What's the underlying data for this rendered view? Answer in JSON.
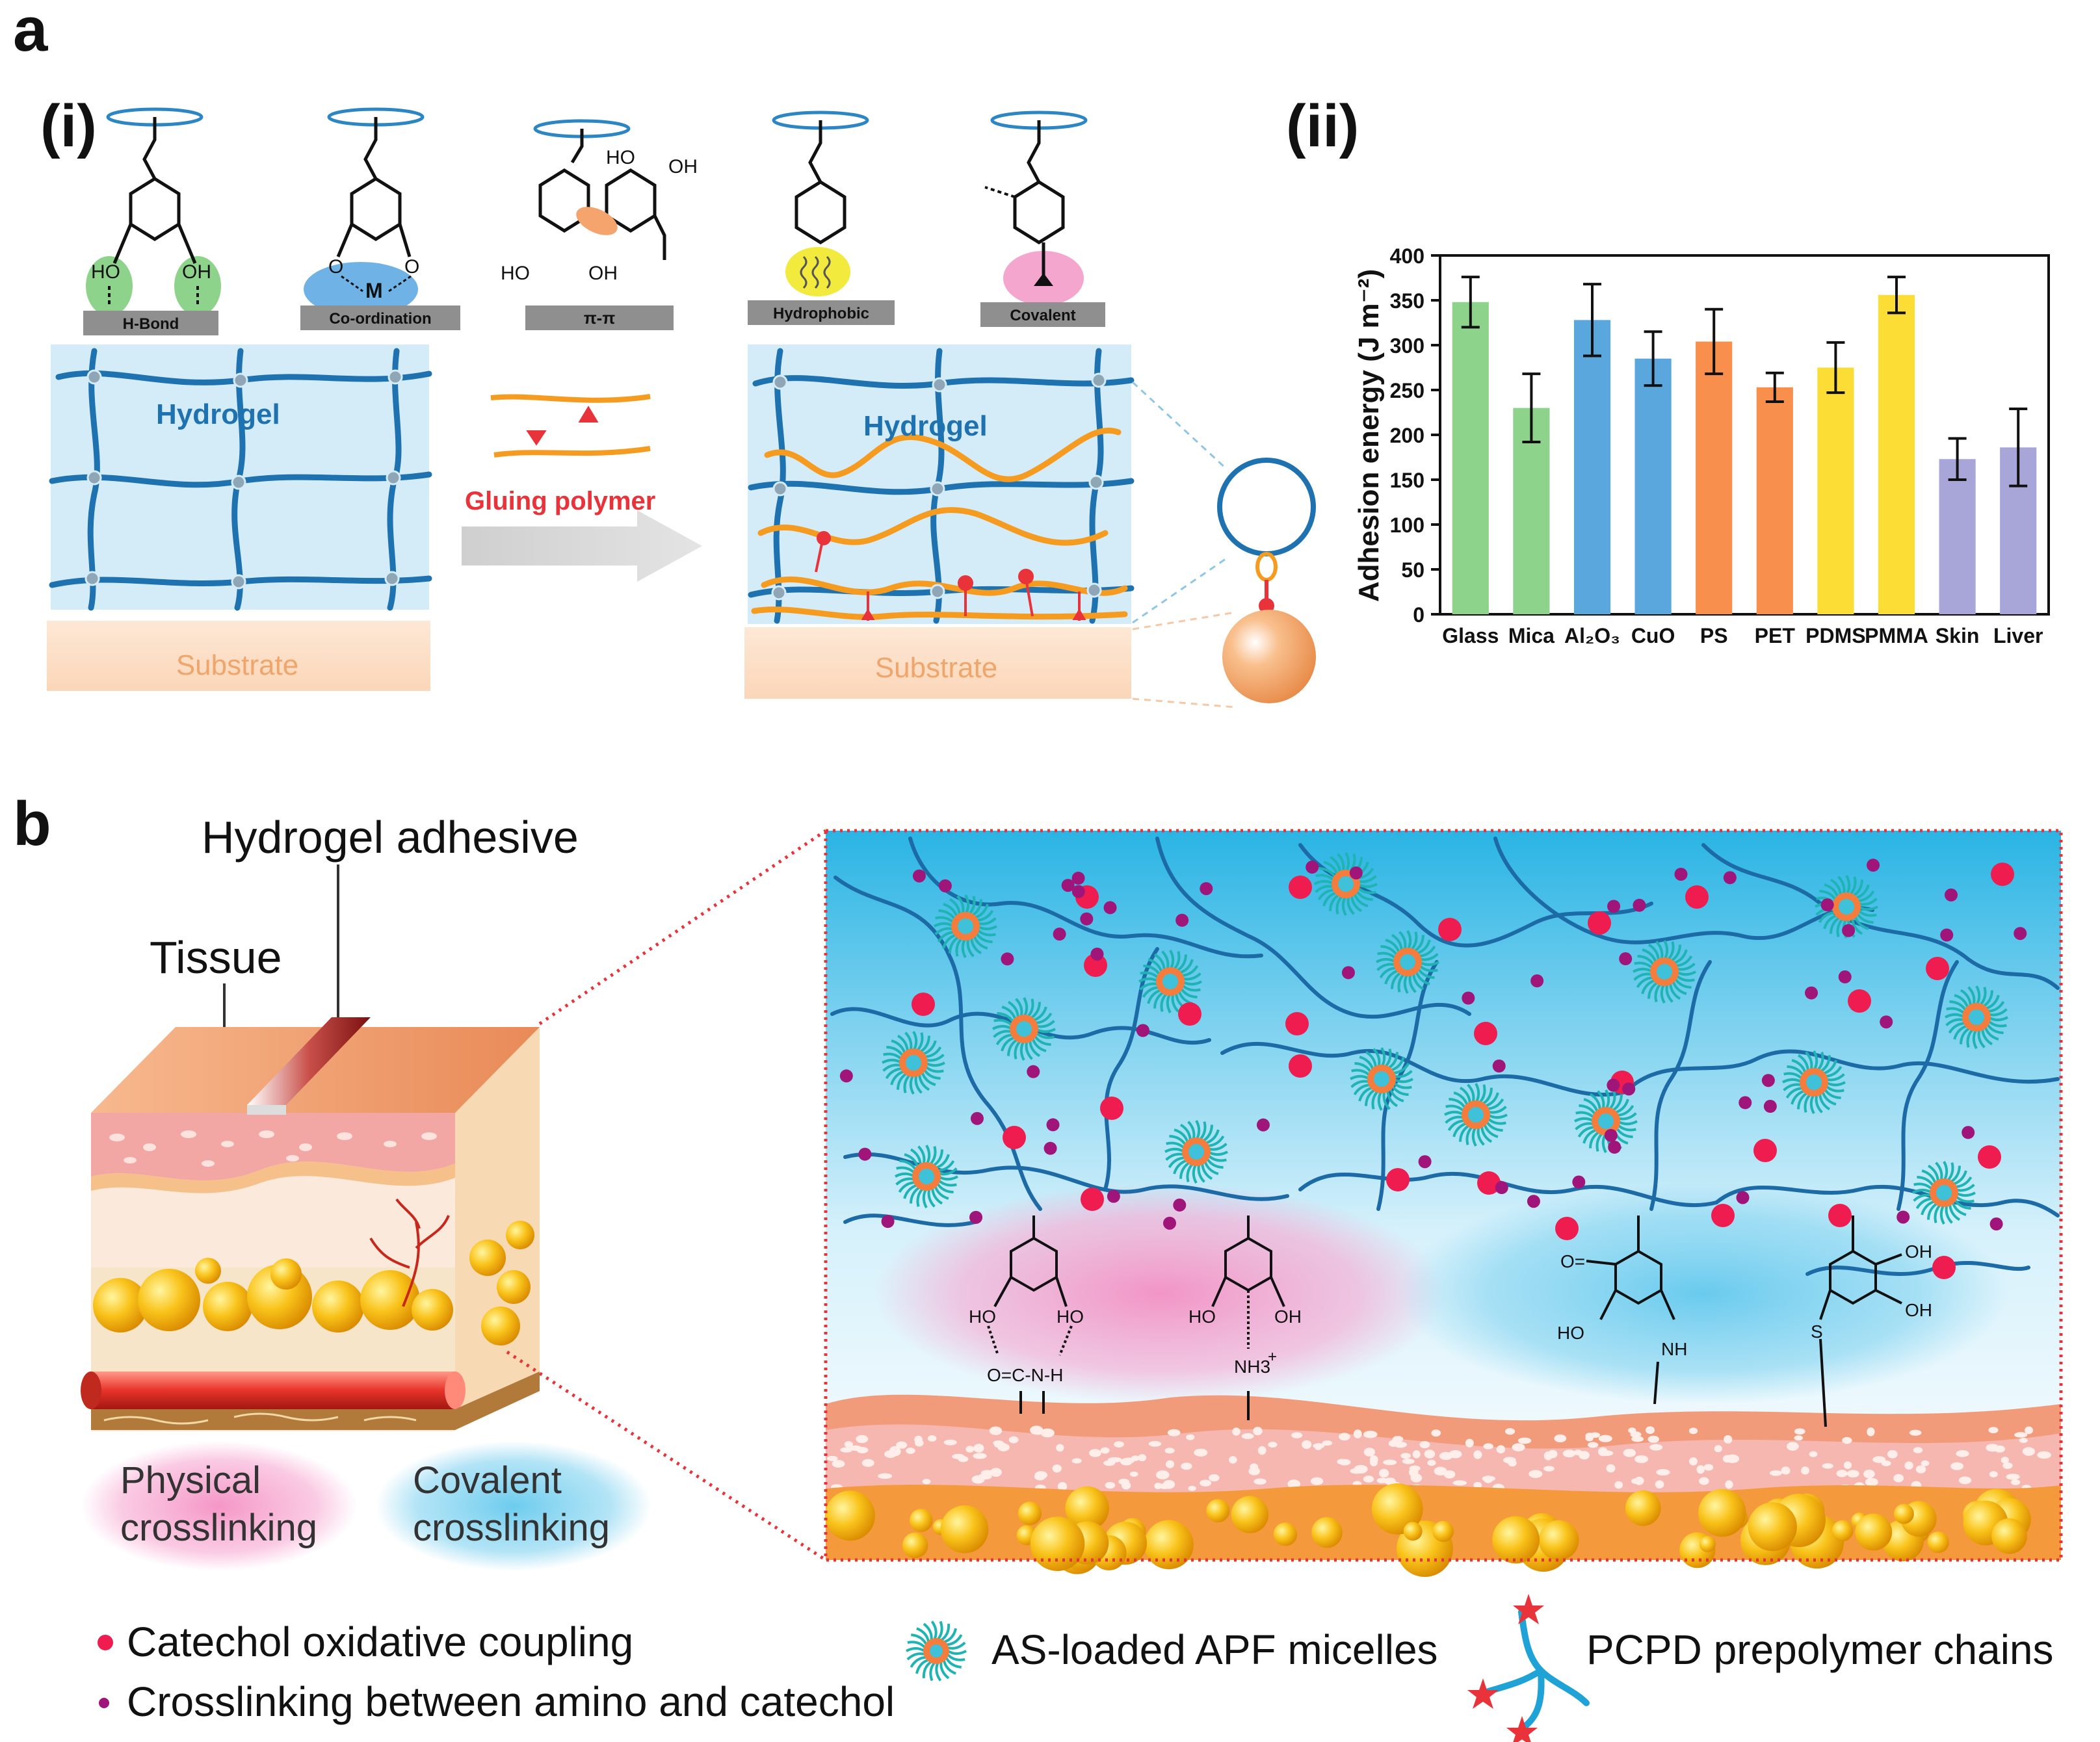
{
  "panel_a": {
    "letter": "a",
    "sub_i": "(i)",
    "sub_ii": "(ii)",
    "chem_labels": {
      "ho": "HO",
      "oh": "OH",
      "m": "M",
      "o": "O"
    },
    "interactions": [
      {
        "label": "H-Bond",
        "color": "#8ed38c"
      },
      {
        "label": "Co-ordination",
        "color": "#6fb3e6"
      },
      {
        "label": "π-π",
        "color": "#f4a46c"
      },
      {
        "label": "Hydrophobic",
        "color": "#f2ea3c"
      },
      {
        "label": "Covalent",
        "color": "#f4a6cf"
      }
    ],
    "hydrogel_label": "Hydrogel",
    "substrate_label": "Substrate",
    "gluing_label": "Gluing polymer"
  },
  "chart_data": {
    "type": "bar",
    "title": "",
    "xlabel": "",
    "ylabel": "Adhesion energy (J m⁻²)",
    "ylim": [
      0,
      400
    ],
    "yticks": [
      0,
      50,
      100,
      150,
      200,
      250,
      300,
      350,
      400
    ],
    "categories": [
      "Glass",
      "Mica",
      "Al₂O₃",
      "CuO",
      "PS",
      "PET",
      "PDMS",
      "PMMA",
      "Skin",
      "Liver"
    ],
    "values": [
      348,
      230,
      328,
      285,
      304,
      253,
      275,
      356,
      173,
      186
    ],
    "errors": [
      28,
      38,
      40,
      30,
      36,
      16,
      28,
      20,
      23,
      43
    ],
    "colors": [
      "#8ed38c",
      "#8ed38c",
      "#5aa7de",
      "#5aa7de",
      "#f98f4c",
      "#f98f4c",
      "#fbdd36",
      "#fbdd36",
      "#a8a6d9",
      "#a8a6d9"
    ]
  },
  "panel_b": {
    "letter": "b",
    "hydrogel_adhesive": "Hydrogel adhesive",
    "tissue": "Tissue",
    "physical": "Physical\ncrosslinking",
    "covalent": "Covalent\ncrosslinking",
    "legend_red": "Catechol oxidative coupling",
    "legend_purple": "Crosslinking between amino and catechol",
    "legend_micelle": "AS-loaded APF micelles",
    "legend_chain": "PCPD prepolymer chains",
    "chem": {
      "ho": "HO",
      "oh": "OH",
      "urea": "O=C-N-H",
      "nh3": "NH3",
      "nh3_charge": "+",
      "nh": "NH",
      "s": "S",
      "o": "O="
    },
    "colors": {
      "red_node": "#ee1c4f",
      "purple_node": "#a0157a",
      "network": "#1c6aa6",
      "zoom_border": "#e8333b"
    }
  }
}
